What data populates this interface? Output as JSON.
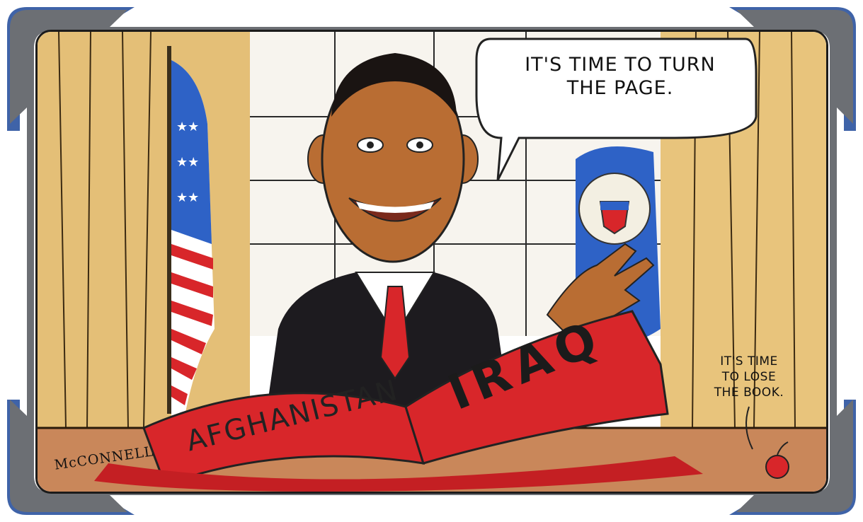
{
  "cartoon": {
    "speech_bubble_main": "IT'S TIME TO TURN\nTHE PAGE.",
    "speech_bubble_small": "IT'S TIME\nTO LOSE\nTHE BOOK.",
    "book_left_page_label": "AFGHANISTAN",
    "book_right_page_label": "IRAQ",
    "signature": "McCONNELL"
  },
  "colors": {
    "frame_gray": "#6c6f74",
    "frame_blue": "#3f63a8",
    "curtain": "#e4bf77",
    "book_red": "#d8262a",
    "flag_blue": "#2e62c6",
    "suit": "#1d1b1f",
    "skin": "#b96d33",
    "desk": "#c9875a"
  }
}
